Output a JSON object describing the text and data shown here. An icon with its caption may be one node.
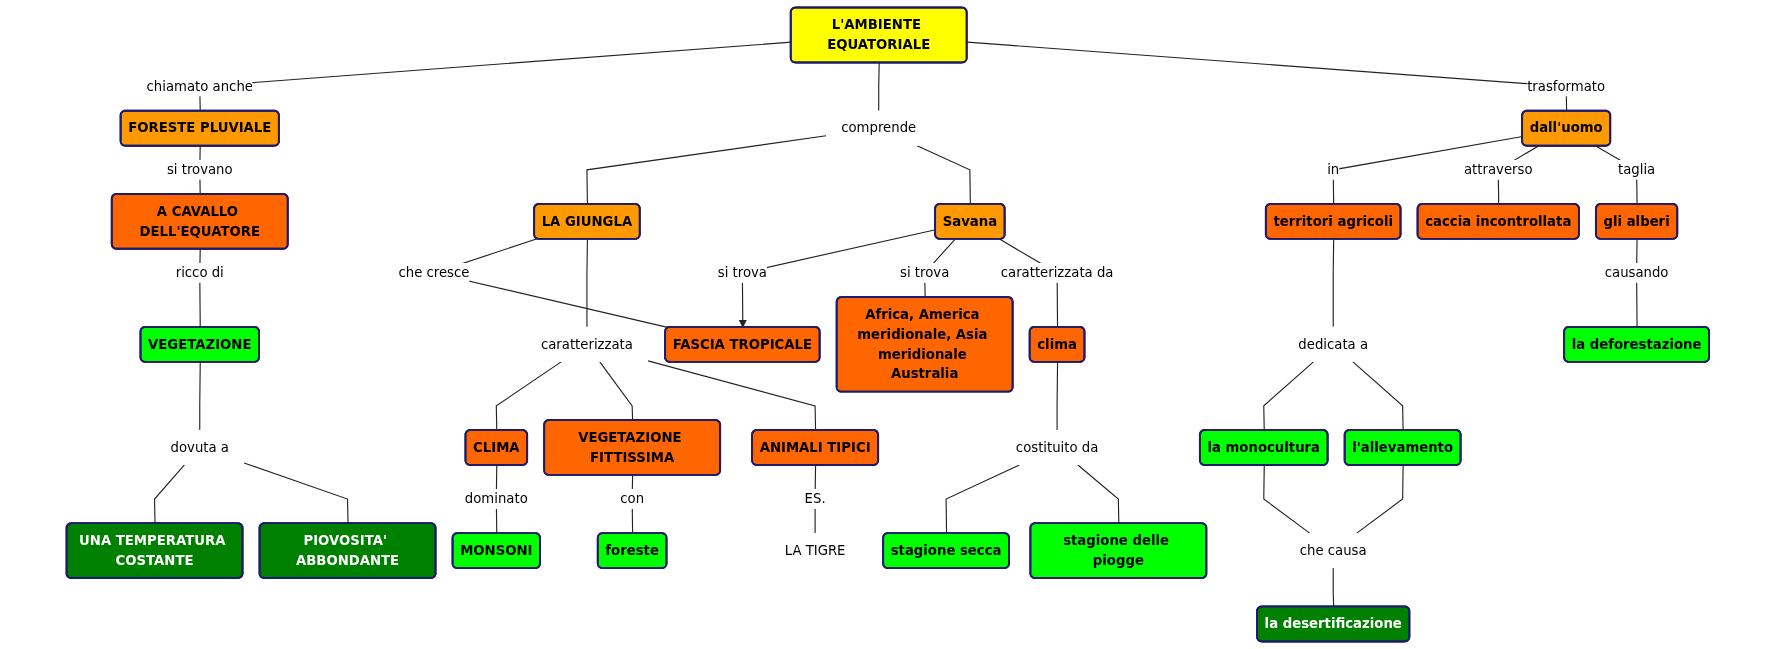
{
  "diagram": {
    "nodes": [
      {
        "text": [
          "L'AMBIENTE EQUATORIALE"
        ]
      },
      {
        "text": [
          "comprende"
        ]
      },
      {
        "text": [
          "FORESTE PLUVIALE"
        ]
      },
      {
        "text": [
          "LA GIUNGLA"
        ]
      },
      {
        "text": [
          "Savana"
        ]
      },
      {
        "text": [
          "dall'uomo"
        ]
      },
      {
        "text": [
          "caratterizzata"
        ]
      },
      {
        "text": [
          "A CAVALLO DELL'EQUATORE"
        ]
      },
      {
        "text": [
          "FASCIA TROPICALE"
        ]
      },
      {
        "text": [
          "CLIMA"
        ]
      },
      {
        "text": [
          "VEGETAZIONE FITTISSIMA"
        ]
      },
      {
        "text": [
          "ANIMALI TIPICI"
        ]
      },
      {
        "text": [
          "Africa, America meridionale, Asia meridionale Australia"
        ]
      },
      {
        "text": [
          "clima"
        ]
      },
      {
        "text": [
          "territori agricoli"
        ]
      },
      {
        "text": [
          "caccia incontrollata"
        ]
      },
      {
        "text": [
          "gli alberi"
        ]
      },
      {
        "text": [
          "costituito da"
        ]
      },
      {
        "text": [
          "dedicata a"
        ]
      },
      {
        "text": [
          "VEGETAZIONE"
        ]
      },
      {
        "text": [
          "MONSONI"
        ]
      },
      {
        "text": [
          "foreste"
        ]
      },
      {
        "text": [
          "stagione secca"
        ]
      },
      {
        "text": [
          "stagione delle piogge"
        ]
      },
      {
        "text": [
          "la monocultura"
        ]
      },
      {
        "text": [
          "l'allevamento"
        ]
      },
      {
        "text": [
          "la deforestazione"
        ]
      },
      {
        "text": [
          "dovuta a"
        ]
      },
      {
        "text": [
          "che causa"
        ]
      },
      {
        "text": [
          "UNA TEMPERATURA COSTANTE"
        ]
      },
      {
        "text": [
          "PIOVOSITA' ABBONDANTE"
        ]
      },
      {
        "text": [
          "la desertificazione"
        ]
      },
      {
        "text": [
          "LA TIGRE"
        ]
      }
    ],
    "edges": [
      {
        "from": 0,
        "to": 2,
        "label": "chiamato anche",
        "arrow": "none"
      },
      {
        "from": 0,
        "to": 1,
        "arrow": "none"
      },
      {
        "from": 1,
        "to": 3,
        "arrow": "none"
      },
      {
        "from": 1,
        "to": 4,
        "arrow": "none"
      },
      {
        "from": 0,
        "to": 5,
        "label": "trasformato",
        "arrow": "none"
      },
      {
        "from": 2,
        "to": 7,
        "label": "si trovano",
        "arrow": "none"
      },
      {
        "from": 7,
        "to": 19,
        "label": "ricco di",
        "arrow": "none"
      },
      {
        "from": 19,
        "to": 27,
        "arrow": "none"
      },
      {
        "from": 27,
        "to": 29,
        "arrow": "none"
      },
      {
        "from": 27,
        "to": 30,
        "arrow": "none"
      },
      {
        "from": 3,
        "to": 8,
        "label": "che cresce",
        "arrow": "none"
      },
      {
        "from": 3,
        "to": 6,
        "arrow": "none"
      },
      {
        "from": 6,
        "to": 9,
        "arrow": "none"
      },
      {
        "from": 6,
        "to": 10,
        "arrow": "none"
      },
      {
        "from": 6,
        "to": 11,
        "arrow": "none"
      },
      {
        "from": 9,
        "to": 20,
        "label": "dominato",
        "arrow": "none"
      },
      {
        "from": 10,
        "to": 21,
        "label": "con",
        "arrow": "none"
      },
      {
        "from": 11,
        "to": 32,
        "label": "ES.",
        "arrow": "none"
      },
      {
        "from": 4,
        "to": 8,
        "label": "si trova",
        "arrow": "to"
      },
      {
        "from": 4,
        "to": 12,
        "label": "si trova",
        "arrow": "none"
      },
      {
        "from": 4,
        "to": 13,
        "label": "caratterizzata da",
        "arrow": "none"
      },
      {
        "from": 13,
        "to": 17,
        "arrow": "none"
      },
      {
        "from": 17,
        "to": 22,
        "arrow": "none"
      },
      {
        "from": 17,
        "to": 23,
        "arrow": "none"
      },
      {
        "from": 5,
        "to": 14,
        "label": "in",
        "arrow": "none"
      },
      {
        "from": 5,
        "to": 15,
        "label": "attraverso",
        "arrow": "none"
      },
      {
        "from": 5,
        "to": 16,
        "label": "taglia",
        "arrow": "none"
      },
      {
        "from": 14,
        "to": 18,
        "arrow": "none"
      },
      {
        "from": 18,
        "to": 24,
        "arrow": "none"
      },
      {
        "from": 18,
        "to": 25,
        "arrow": "none"
      },
      {
        "from": 24,
        "to": 28,
        "arrow": "none"
      },
      {
        "from": 25,
        "to": 28,
        "arrow": "none"
      },
      {
        "from": 28,
        "to": 31,
        "arrow": "none"
      },
      {
        "from": 16,
        "to": 26,
        "label": "causando",
        "arrow": "none"
      }
    ]
  }
}
